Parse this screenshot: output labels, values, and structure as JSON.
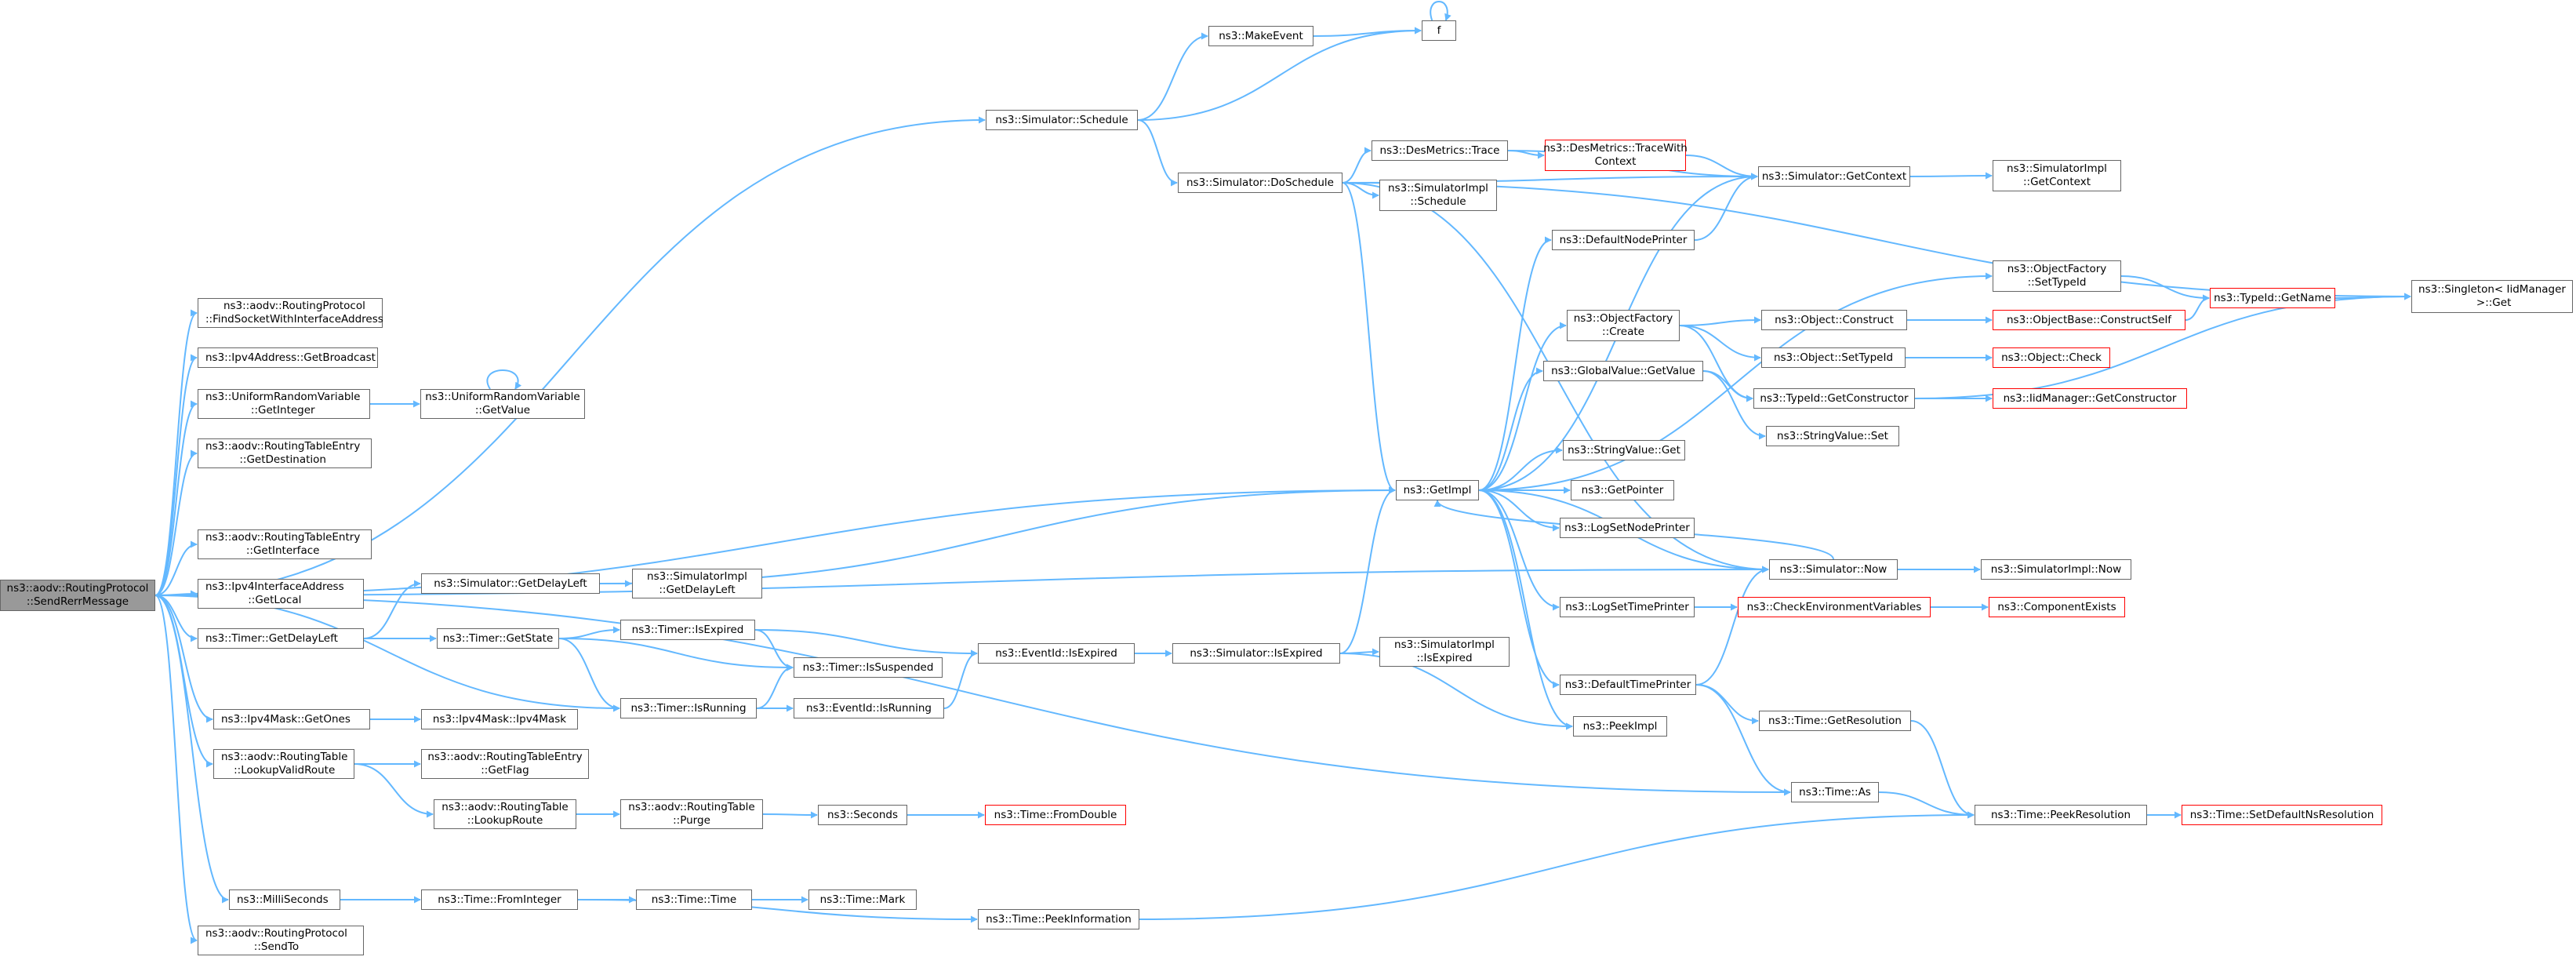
{
  "graph": {
    "edge_color": "#63b8ff",
    "node_border_color": "#666666",
    "external_node_border_color": "#ff0000",
    "root_fill_color": "#999999",
    "nodes": [
      {
        "id": "root",
        "lines": [
          "ns3::aodv::RoutingProtocol",
          "::SendRerrMessage"
        ],
        "style": "root"
      },
      {
        "id": "findsock",
        "lines": [
          "ns3::aodv::RoutingProtocol",
          "::FindSocketWithInterfaceAddress"
        ]
      },
      {
        "id": "getbroadcast",
        "lines": [
          "ns3::Ipv4Address::GetBroadcast"
        ]
      },
      {
        "id": "urv_getint",
        "lines": [
          "ns3::UniformRandomVariable",
          "::GetInteger"
        ]
      },
      {
        "id": "urv_getval",
        "lines": [
          "ns3::UniformRandomVariable",
          "::GetValue"
        ]
      },
      {
        "id": "rte_getdest",
        "lines": [
          "ns3::aodv::RoutingTableEntry",
          "::GetDestination"
        ]
      },
      {
        "id": "rte_getif",
        "lines": [
          "ns3::aodv::RoutingTableEntry",
          "::GetInterface"
        ]
      },
      {
        "id": "ipv4if_getlocal",
        "lines": [
          "ns3::Ipv4InterfaceAddress",
          "::GetLocal"
        ]
      },
      {
        "id": "timer_getdelayleft",
        "lines": [
          "ns3::Timer::GetDelayLeft"
        ]
      },
      {
        "id": "sim_getdelayleft",
        "lines": [
          "ns3::Simulator::GetDelayLeft"
        ]
      },
      {
        "id": "simimpl_getdelayleft",
        "lines": [
          "ns3::SimulatorImpl",
          "::GetDelayLeft"
        ]
      },
      {
        "id": "timer_getstate",
        "lines": [
          "ns3::Timer::GetState"
        ]
      },
      {
        "id": "timer_isexpired",
        "lines": [
          "ns3::Timer::IsExpired"
        ]
      },
      {
        "id": "timer_issuspended",
        "lines": [
          "ns3::Timer::IsSuspended"
        ]
      },
      {
        "id": "timer_isrunning",
        "lines": [
          "ns3::Timer::IsRunning"
        ]
      },
      {
        "id": "eventid_isexpired",
        "lines": [
          "ns3::EventId::IsExpired"
        ]
      },
      {
        "id": "eventid_isrunning",
        "lines": [
          "ns3::EventId::IsRunning"
        ]
      },
      {
        "id": "sim_isexpired",
        "lines": [
          "ns3::Simulator::IsExpired"
        ]
      },
      {
        "id": "simimpl_isexpired",
        "lines": [
          "ns3::SimulatorImpl",
          "::IsExpired"
        ]
      },
      {
        "id": "ipv4mask_getones",
        "lines": [
          "ns3::Ipv4Mask::GetOnes"
        ]
      },
      {
        "id": "ipv4mask_ctor",
        "lines": [
          "ns3::Ipv4Mask::Ipv4Mask"
        ]
      },
      {
        "id": "rt_lookupvalid",
        "lines": [
          "ns3::aodv::RoutingTable",
          "::LookupValidRoute"
        ]
      },
      {
        "id": "rte_getflag",
        "lines": [
          "ns3::aodv::RoutingTableEntry",
          "::GetFlag"
        ]
      },
      {
        "id": "rt_lookuproute",
        "lines": [
          "ns3::aodv::RoutingTable",
          "::LookupRoute"
        ]
      },
      {
        "id": "rt_purge",
        "lines": [
          "ns3::aodv::RoutingTable",
          "::Purge"
        ]
      },
      {
        "id": "seconds",
        "lines": [
          "ns3::Seconds"
        ]
      },
      {
        "id": "time_fromdouble",
        "lines": [
          "ns3::Time::FromDouble"
        ],
        "style": "ext"
      },
      {
        "id": "milliseconds",
        "lines": [
          "ns3::MilliSeconds"
        ]
      },
      {
        "id": "time_frominteger",
        "lines": [
          "ns3::Time::FromInteger"
        ]
      },
      {
        "id": "time_time",
        "lines": [
          "ns3::Time::Time"
        ]
      },
      {
        "id": "time_mark",
        "lines": [
          "ns3::Time::Mark"
        ]
      },
      {
        "id": "time_peekinfo",
        "lines": [
          "ns3::Time::PeekInformation"
        ]
      },
      {
        "id": "rp_sendto",
        "lines": [
          "ns3::aodv::RoutingProtocol",
          "::SendTo"
        ]
      },
      {
        "id": "sim_schedule",
        "lines": [
          "ns3::Simulator::Schedule"
        ]
      },
      {
        "id": "makeevent",
        "lines": [
          "ns3::MakeEvent"
        ]
      },
      {
        "id": "f",
        "lines": [
          "f"
        ]
      },
      {
        "id": "sim_doschedule",
        "lines": [
          "ns3::Simulator::DoSchedule"
        ]
      },
      {
        "id": "desmetrics_trace",
        "lines": [
          "ns3::DesMetrics::Trace"
        ]
      },
      {
        "id": "desmetrics_tracewith",
        "lines": [
          "ns3::DesMetrics::TraceWith",
          "Context"
        ],
        "style": "ext"
      },
      {
        "id": "sim_getcontext",
        "lines": [
          "ns3::Simulator::GetContext"
        ]
      },
      {
        "id": "simimpl_getcontext",
        "lines": [
          "ns3::SimulatorImpl",
          "::GetContext"
        ]
      },
      {
        "id": "simimpl_schedule",
        "lines": [
          "ns3::SimulatorImpl",
          "::Schedule"
        ]
      },
      {
        "id": "defaultnodeprinter",
        "lines": [
          "ns3::DefaultNodePrinter"
        ]
      },
      {
        "id": "objfactory_settypeid",
        "lines": [
          "ns3::ObjectFactory",
          "::SetTypeId"
        ]
      },
      {
        "id": "typeid_getname",
        "lines": [
          "ns3::TypeId::GetName"
        ],
        "style": "ext"
      },
      {
        "id": "singleton_get",
        "lines": [
          "ns3::Singleton< IidManager",
          " >::Get"
        ]
      },
      {
        "id": "objfactory_create",
        "lines": [
          "ns3::ObjectFactory",
          "::Create"
        ]
      },
      {
        "id": "object_construct",
        "lines": [
          "ns3::Object::Construct"
        ]
      },
      {
        "id": "objectbase_constructself",
        "lines": [
          "ns3::ObjectBase::ConstructSelf"
        ],
        "style": "ext"
      },
      {
        "id": "object_settypeid",
        "lines": [
          "ns3::Object::SetTypeId"
        ]
      },
      {
        "id": "object_check",
        "lines": [
          "ns3::Object::Check"
        ],
        "style": "ext"
      },
      {
        "id": "globalvalue_getvalue",
        "lines": [
          "ns3::GlobalValue::GetValue"
        ]
      },
      {
        "id": "typeid_getconstructor",
        "lines": [
          "ns3::TypeId::GetConstructor"
        ]
      },
      {
        "id": "iidmanager_getconstructor",
        "lines": [
          "ns3::IidManager::GetConstructor"
        ],
        "style": "ext"
      },
      {
        "id": "stringvalue_set",
        "lines": [
          "ns3::StringValue::Set"
        ]
      },
      {
        "id": "stringvalue_get",
        "lines": [
          "ns3::StringValue::Get"
        ]
      },
      {
        "id": "getimpl",
        "lines": [
          "ns3::GetImpl"
        ]
      },
      {
        "id": "getpointer",
        "lines": [
          "ns3::GetPointer"
        ]
      },
      {
        "id": "lognodeprinter",
        "lines": [
          "ns3::LogSetNodePrinter"
        ]
      },
      {
        "id": "sim_now",
        "lines": [
          "ns3::Simulator::Now"
        ]
      },
      {
        "id": "simimpl_now",
        "lines": [
          "ns3::SimulatorImpl::Now"
        ]
      },
      {
        "id": "logsettimeprinter",
        "lines": [
          "ns3::LogSetTimePrinter"
        ]
      },
      {
        "id": "checkenv",
        "lines": [
          "ns3::CheckEnvironmentVariables"
        ],
        "style": "ext"
      },
      {
        "id": "componentexists",
        "lines": [
          "ns3::ComponentExists"
        ],
        "style": "ext"
      },
      {
        "id": "defaulttimeprinter",
        "lines": [
          "ns3::DefaultTimePrinter"
        ]
      },
      {
        "id": "time_getresolution",
        "lines": [
          "ns3::Time::GetResolution"
        ]
      },
      {
        "id": "peekimpl",
        "lines": [
          "ns3::PeekImpl"
        ]
      },
      {
        "id": "time_as",
        "lines": [
          "ns3::Time::As"
        ]
      },
      {
        "id": "time_peekresolution",
        "lines": [
          "ns3::Time::PeekResolution"
        ]
      },
      {
        "id": "time_setdefaultns",
        "lines": [
          "ns3::Time::SetDefaultNsResolution"
        ],
        "style": "ext"
      }
    ],
    "edges": [
      [
        "root",
        "sim_schedule"
      ],
      [
        "root",
        "findsock"
      ],
      [
        "root",
        "getbroadcast"
      ],
      [
        "root",
        "urv_getint"
      ],
      [
        "root",
        "rte_getdest"
      ],
      [
        "root",
        "getimpl"
      ],
      [
        "root",
        "rte_getif"
      ],
      [
        "root",
        "ipv4if_getlocal"
      ],
      [
        "root",
        "sim_now"
      ],
      [
        "root",
        "timer_getdelayleft"
      ],
      [
        "root",
        "timer_isrunning"
      ],
      [
        "root",
        "ipv4mask_getones"
      ],
      [
        "root",
        "rt_lookupvalid"
      ],
      [
        "root",
        "time_as"
      ],
      [
        "root",
        "milliseconds"
      ],
      [
        "root",
        "rp_sendto"
      ],
      [
        "urv_getint",
        "urv_getval"
      ],
      [
        "urv_getval",
        "urv_getval"
      ],
      [
        "timer_getdelayleft",
        "sim_getdelayleft"
      ],
      [
        "timer_getdelayleft",
        "timer_getstate"
      ],
      [
        "sim_getdelayleft",
        "simimpl_getdelayleft"
      ],
      [
        "sim_getdelayleft",
        "getimpl"
      ],
      [
        "timer_getstate",
        "timer_isexpired"
      ],
      [
        "timer_getstate",
        "timer_issuspended"
      ],
      [
        "timer_getstate",
        "timer_isrunning"
      ],
      [
        "timer_isexpired",
        "timer_issuspended"
      ],
      [
        "timer_isexpired",
        "eventid_isexpired"
      ],
      [
        "timer_isrunning",
        "timer_issuspended"
      ],
      [
        "timer_isrunning",
        "eventid_isrunning"
      ],
      [
        "eventid_isrunning",
        "eventid_isexpired"
      ],
      [
        "eventid_isexpired",
        "sim_isexpired"
      ],
      [
        "sim_isexpired",
        "simimpl_isexpired"
      ],
      [
        "sim_isexpired",
        "getimpl"
      ],
      [
        "sim_isexpired",
        "peekimpl"
      ],
      [
        "ipv4mask_getones",
        "ipv4mask_ctor"
      ],
      [
        "rt_lookupvalid",
        "rte_getflag"
      ],
      [
        "rt_lookupvalid",
        "rt_lookuproute"
      ],
      [
        "rt_lookuproute",
        "rt_purge"
      ],
      [
        "rt_purge",
        "seconds"
      ],
      [
        "seconds",
        "time_fromdouble"
      ],
      [
        "milliseconds",
        "time_frominteger"
      ],
      [
        "time_frominteger",
        "time_time"
      ],
      [
        "time_frominteger",
        "time_peekinfo"
      ],
      [
        "time_time",
        "time_mark"
      ],
      [
        "time_peekinfo",
        "time_peekresolution"
      ],
      [
        "sim_schedule",
        "makeevent"
      ],
      [
        "sim_schedule",
        "f"
      ],
      [
        "sim_schedule",
        "sim_doschedule"
      ],
      [
        "makeevent",
        "f"
      ],
      [
        "f",
        "f"
      ],
      [
        "sim_doschedule",
        "desmetrics_trace"
      ],
      [
        "sim_doschedule",
        "simimpl_schedule"
      ],
      [
        "sim_doschedule",
        "getimpl"
      ],
      [
        "sim_doschedule",
        "sim_getcontext"
      ],
      [
        "sim_doschedule",
        "sim_now"
      ],
      [
        "sim_doschedule",
        "singleton_get"
      ],
      [
        "desmetrics_trace",
        "desmetrics_tracewith"
      ],
      [
        "desmetrics_trace",
        "sim_getcontext"
      ],
      [
        "desmetrics_tracewith",
        "sim_getcontext"
      ],
      [
        "sim_getcontext",
        "simimpl_getcontext"
      ],
      [
        "defaultnodeprinter",
        "sim_getcontext"
      ],
      [
        "objfactory_settypeid",
        "typeid_getname"
      ],
      [
        "typeid_getname",
        "singleton_get"
      ],
      [
        "objfactory_create",
        "object_construct"
      ],
      [
        "objfactory_create",
        "object_settypeid"
      ],
      [
        "objfactory_create",
        "typeid_getconstructor"
      ],
      [
        "object_construct",
        "objectbase_constructself"
      ],
      [
        "objectbase_constructself",
        "typeid_getname"
      ],
      [
        "object_settypeid",
        "object_check"
      ],
      [
        "typeid_getconstructor",
        "iidmanager_getconstructor"
      ],
      [
        "typeid_getconstructor",
        "singleton_get"
      ],
      [
        "globalvalue_getvalue",
        "stringvalue_set"
      ],
      [
        "globalvalue_getvalue",
        "typeid_getconstructor"
      ],
      [
        "getimpl",
        "sim_getcontext"
      ],
      [
        "getimpl",
        "defaultnodeprinter"
      ],
      [
        "getimpl",
        "objfactory_settypeid"
      ],
      [
        "getimpl",
        "objfactory_create"
      ],
      [
        "getimpl",
        "globalvalue_getvalue"
      ],
      [
        "getimpl",
        "stringvalue_get"
      ],
      [
        "getimpl",
        "getpointer"
      ],
      [
        "getimpl",
        "lognodeprinter"
      ],
      [
        "getimpl",
        "sim_now"
      ],
      [
        "getimpl",
        "logsettimeprinter"
      ],
      [
        "getimpl",
        "defaulttimeprinter"
      ],
      [
        "getimpl",
        "peekimpl"
      ],
      [
        "sim_now",
        "simimpl_now"
      ],
      [
        "sim_now",
        "getimpl"
      ],
      [
        "logsettimeprinter",
        "checkenv"
      ],
      [
        "checkenv",
        "componentexists"
      ],
      [
        "defaulttimeprinter",
        "sim_now"
      ],
      [
        "defaulttimeprinter",
        "time_getresolution"
      ],
      [
        "defaulttimeprinter",
        "time_as"
      ],
      [
        "time_getresolution",
        "time_peekresolution"
      ],
      [
        "time_as",
        "time_peekresolution"
      ],
      [
        "time_peekresolution",
        "time_setdefaultns"
      ]
    ]
  }
}
